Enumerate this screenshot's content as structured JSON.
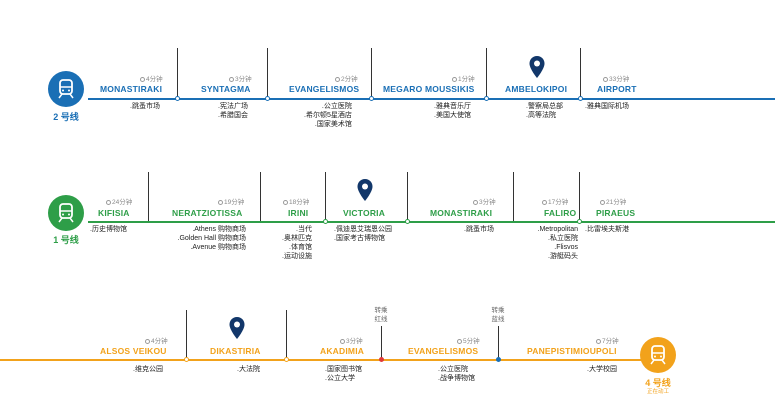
{
  "colors": {
    "line2": "#1a6fb5",
    "line1": "#2e9e48",
    "line4": "#f2a21b",
    "transfer_red": "#e03a3a",
    "transfer_blue": "#1a6fb5",
    "text_dark": "#222222"
  },
  "lines": [
    {
      "id": "line2",
      "label": "2 号线",
      "sub": "",
      "color": "#1a6fb5",
      "stations": [
        {
          "name": "MONASTIRAKI",
          "time": "4分钟",
          "desc": [
            "跳蚤市场"
          ],
          "pin": false
        },
        {
          "name": "SYNTAGMA",
          "time": "3分钟",
          "desc": [
            "宪法广场",
            "希腊国会"
          ],
          "pin": false
        },
        {
          "name": "EVANGELISMOS",
          "time": "2分钟",
          "desc": [
            "公立医院",
            "希尔顿5星酒店",
            "国家美术馆"
          ],
          "pin": false
        },
        {
          "name": "MEGARO MOUSSIKIS",
          "time": "1分钟",
          "desc": [
            "雅典音乐厅",
            "美国大使馆"
          ],
          "pin": false
        },
        {
          "name": "AMBELOKIPOI",
          "time": "",
          "desc": [
            "警察局总部",
            "高等法院"
          ],
          "pin": true
        },
        {
          "name": "AIRPORT",
          "time": "33分钟",
          "desc": [
            "雅典国际机场"
          ],
          "pin": false
        }
      ]
    },
    {
      "id": "line1",
      "label": "1 号线",
      "sub": "",
      "color": "#2e9e48",
      "stations": [
        {
          "name": "KIFISIA",
          "time": "24分钟",
          "desc": [
            "历史博物馆"
          ],
          "pin": false
        },
        {
          "name": "NERATZIOTISSA",
          "time": "19分钟",
          "desc": [
            "Athens 购物商场",
            "Golden Hall 购物商场",
            "Avenue 购物商场"
          ],
          "pin": false
        },
        {
          "name": "IRINI",
          "time": "18分钟",
          "desc": [
            "当代",
            "奥林匹克",
            "体育馆",
            "运动设施"
          ],
          "pin": false
        },
        {
          "name": "VICTORIA",
          "time": "",
          "desc": [
            "佩迪恩艾瑞恩公园",
            "国家考古博物馆"
          ],
          "pin": true
        },
        {
          "name": "MONASTIRAKI",
          "time": "3分钟",
          "desc": [
            "跳蚤市场"
          ],
          "pin": false
        },
        {
          "name": "FALIRO",
          "time": "17分钟",
          "desc": [
            "Metropolitan",
            "私立医院",
            "Flisvos",
            "游艇码头"
          ],
          "pin": false
        },
        {
          "name": "PIRAEUS",
          "time": "21分钟",
          "desc": [
            "比雷埃夫斯港"
          ],
          "pin": false
        }
      ]
    },
    {
      "id": "line4",
      "label": "4 号线",
      "sub": "正在动工",
      "color": "#f2a21b",
      "stations": [
        {
          "name": "ALSOS VEIKOU",
          "time": "4分钟",
          "desc": [
            "维克公园"
          ],
          "pin": false
        },
        {
          "name": "DIKASTIRIA",
          "time": "",
          "desc": [
            "大法院"
          ],
          "pin": true
        },
        {
          "name": "AKADIMIA",
          "time": "3分钟",
          "desc": [
            "国家图书馆",
            "公立大学"
          ],
          "pin": false,
          "transfer": [
            "转乘",
            "红线"
          ]
        },
        {
          "name": "EVANGELISMOS",
          "time": "5分钟",
          "desc": [
            "公立医院",
            "战争博物馆"
          ],
          "pin": false,
          "transfer": [
            "转乘",
            "蓝线"
          ]
        },
        {
          "name": "PANEPISTIMIOUPOLI",
          "time": "7分钟",
          "desc": [
            "大学校园"
          ],
          "pin": false
        }
      ]
    }
  ]
}
